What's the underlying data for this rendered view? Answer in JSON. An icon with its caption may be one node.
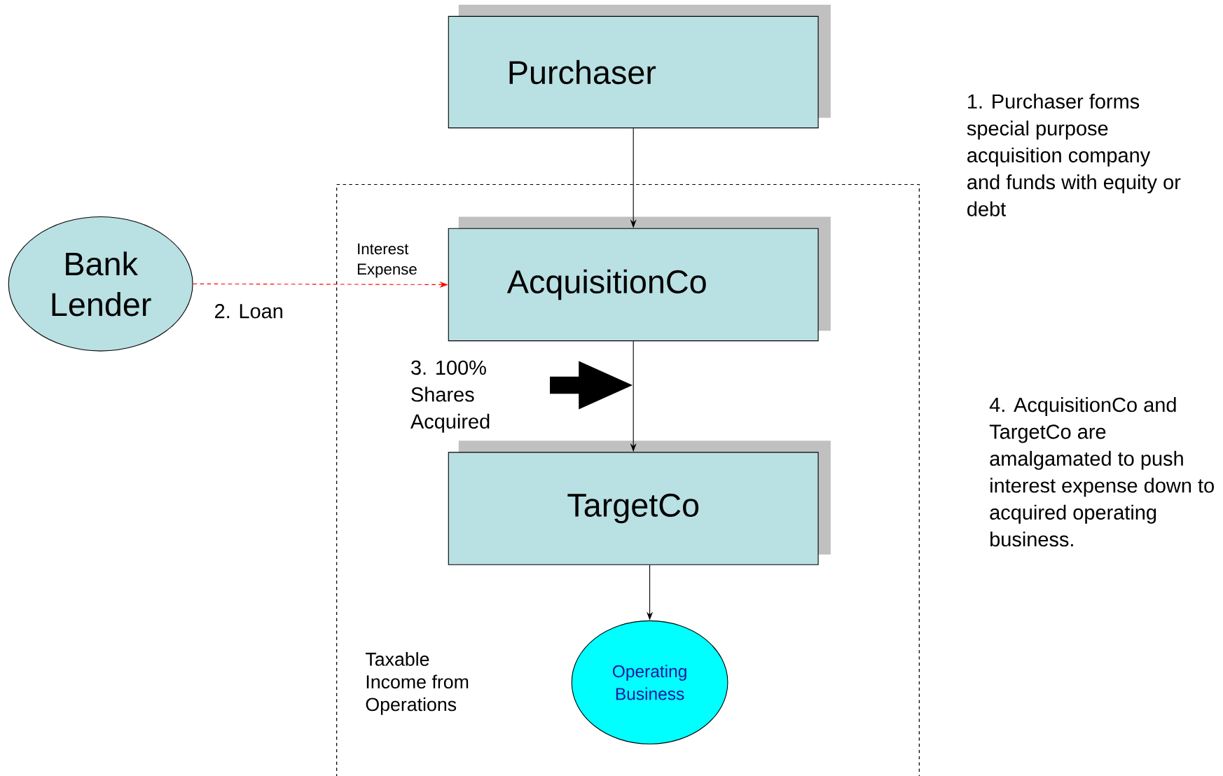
{
  "diagram": {
    "nodes": [
      {
        "text": [
          "Purchaser"
        ]
      },
      {
        "text": [
          "Bank Lender"
        ]
      },
      {
        "text": [],
        "shape": "box"
      },
      {
        "text": [
          "AcquisitionCo"
        ],
        "in": 2
      },
      {
        "text": [
          "TargetCo"
        ],
        "in": 2
      },
      {
        "text": [
          "Operating Business"
        ],
        "in": 2
      }
    ],
    "edges": [
      {
        "from": 0,
        "to": 3,
        "arrow": "to"
      },
      {
        "from": 1,
        "to": 3,
        "arrow": "to",
        "label": "2. Loan",
        "style": "dashed",
        "color": "#ff0000"
      },
      {
        "from": 3,
        "to": 4,
        "arrow": "to"
      },
      {
        "from": 4,
        "to": 5,
        "arrow": "to"
      }
    ],
    "labels": [
      "Interest Expense",
      "3. 100% Shares Acquired",
      "Taxable Income from Operations",
      "1. Purchaser forms special purpose acquisition company and funds with equity or debt",
      "4. AcquisitionCo and TargetCo are amalgamated to push interest expense down to acquired operating business."
    ]
  }
}
